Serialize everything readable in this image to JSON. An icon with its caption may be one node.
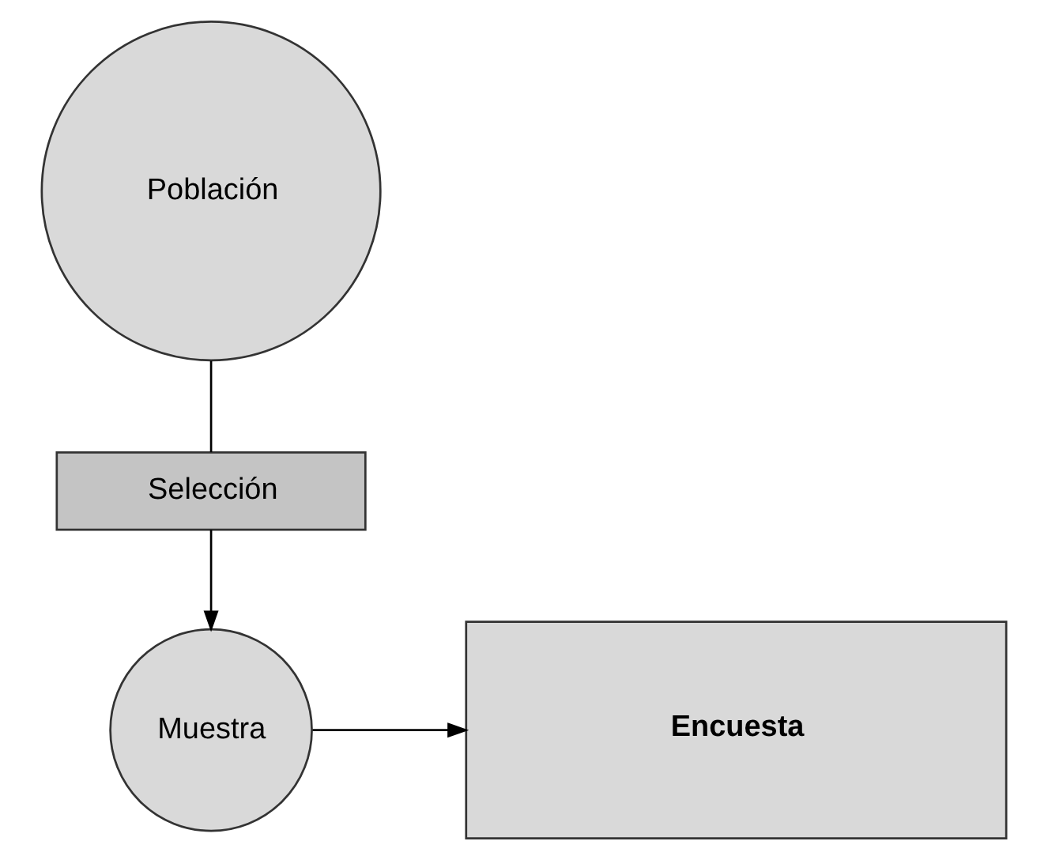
{
  "diagram": {
    "nodes": [
      {
        "text": [
          "Población"
        ]
      },
      {
        "text": [
          "Selección"
        ]
      },
      {
        "text": [
          "Muestra"
        ]
      },
      {
        "text": [
          "Encuesta"
        ]
      }
    ],
    "edges": [
      {
        "from": 0,
        "to": 1,
        "arrow": "none"
      },
      {
        "from": 1,
        "to": 2,
        "arrow": "to"
      },
      {
        "from": 2,
        "to": 3,
        "arrow": "to"
      }
    ]
  }
}
